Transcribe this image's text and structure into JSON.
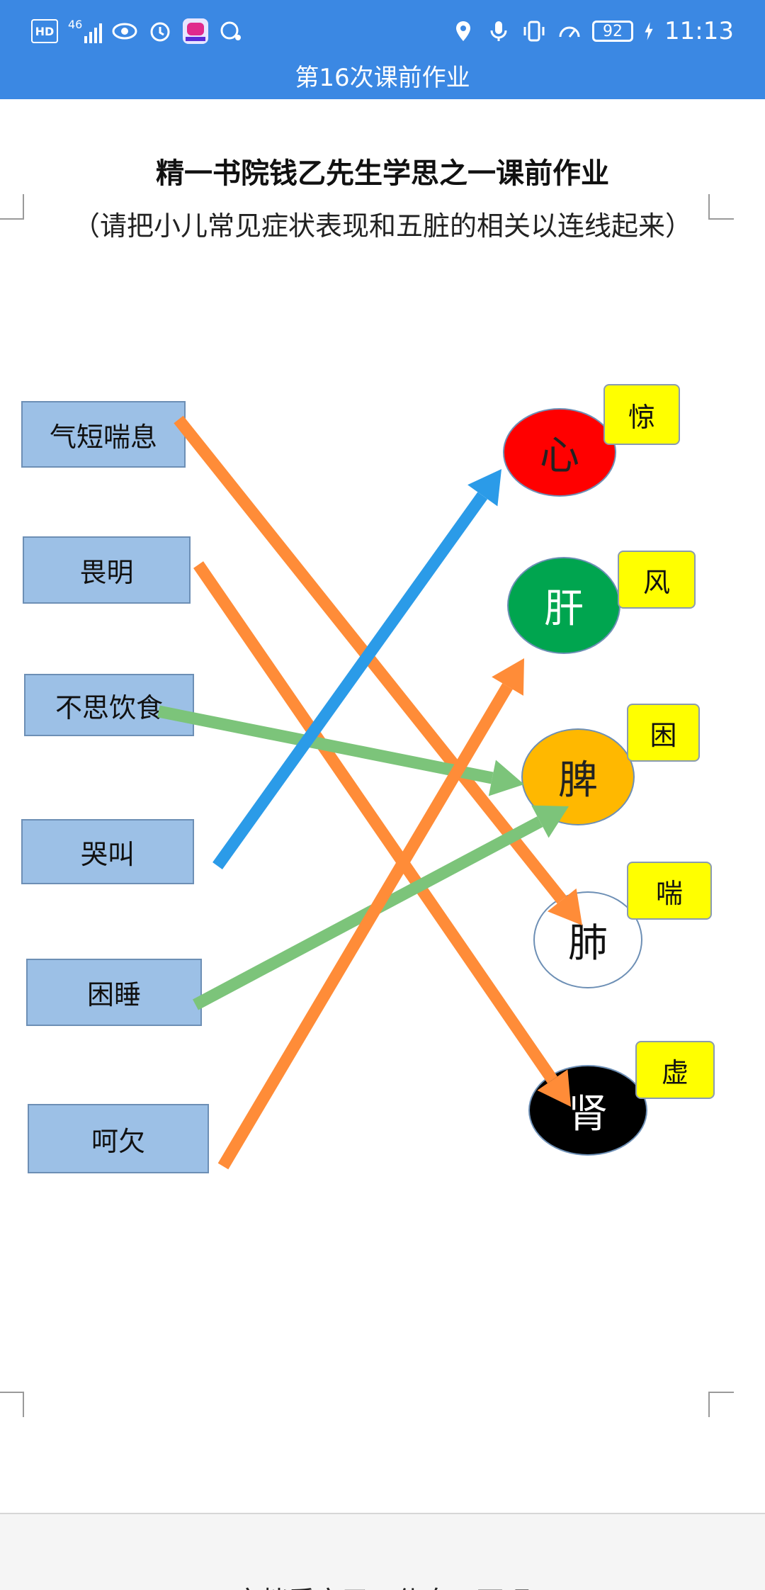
{
  "status_bar": {
    "time": "11:13",
    "battery": "92",
    "hd_label": "HD",
    "net_label": "46",
    "left_icons": [
      "hd-icon",
      "signal-icon",
      "eye-icon",
      "alarm-icon",
      "app-icon",
      "bubble-icon"
    ],
    "right_icons": [
      "location-icon",
      "mic-icon",
      "vibrate-icon",
      "speed-icon",
      "battery-icon",
      "charging-icon"
    ]
  },
  "title_bar": {
    "title": "第16次课前作业"
  },
  "document": {
    "title": "精一书院钱乙先生学思之一课前作业",
    "subtitle": "（请把小儿常见症状表现和五脏的相关以连线起来）",
    "symptoms": [
      "气短喘息",
      "畏明",
      "不思饮食",
      "哭叫",
      "困睡",
      "呵欠"
    ],
    "organs": [
      {
        "label": "心",
        "color": "#ff0000",
        "text_color": "#222222"
      },
      {
        "label": "肝",
        "color": "#00a54f",
        "text_color": "#ffffff"
      },
      {
        "label": "脾",
        "color": "#ffb800",
        "text_color": "#222222"
      },
      {
        "label": "肺",
        "color": "#ffffff",
        "text_color": "#111111"
      },
      {
        "label": "肾",
        "color": "#000000",
        "text_color": "#ffffff"
      }
    ],
    "tags": [
      "惊",
      "风",
      "困",
      "喘",
      "虚"
    ],
    "connections": [
      {
        "from": "气短喘息",
        "to": "肺",
        "color": "#ff8c38"
      },
      {
        "from": "畏明",
        "to": "肾",
        "color": "#ff8c38"
      },
      {
        "from": "不思饮食",
        "to": "脾",
        "color": "#7cc47a"
      },
      {
        "from": "哭叫",
        "to": "心",
        "color": "#2b9be8"
      },
      {
        "from": "困睡",
        "to": "脾",
        "color": "#7cc47a"
      },
      {
        "from": "呵欠",
        "to": "肝",
        "color": "#ff8c38"
      }
    ]
  },
  "footer": {
    "text": "文档看完了，休息一下吧"
  }
}
